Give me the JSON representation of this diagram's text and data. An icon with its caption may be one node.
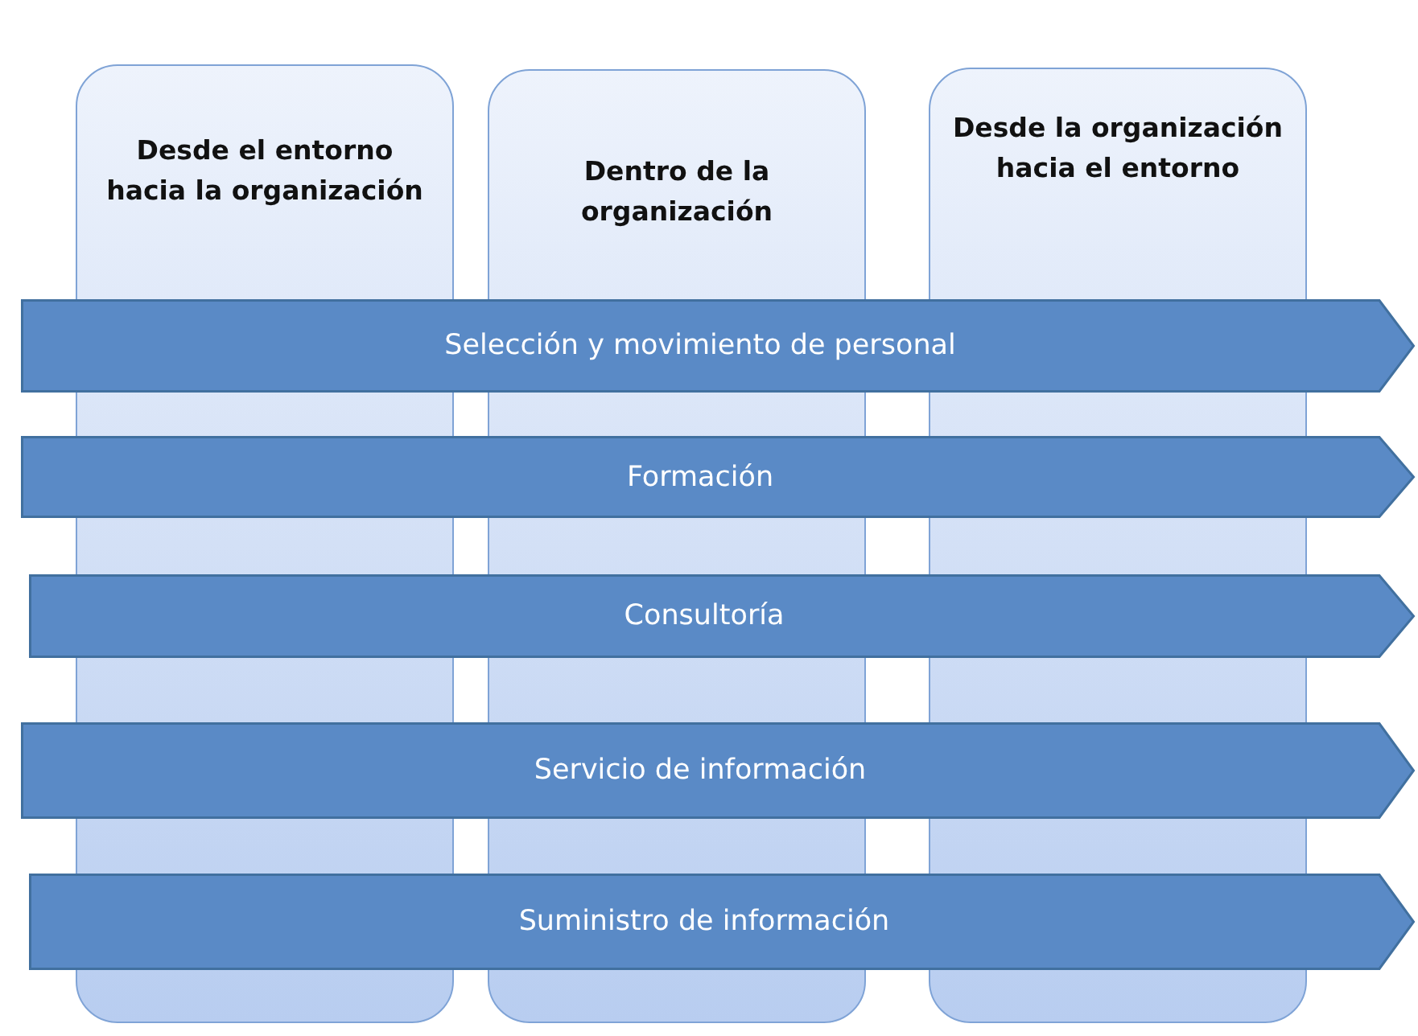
{
  "diagram": {
    "nodes": [
      {
        "text": [
          "Desde el entorno hacia la organización"
        ]
      },
      {
        "text": [
          "Dentro de la organización"
        ]
      },
      {
        "text": [
          "Desde la organización hacia el entorno"
        ]
      },
      {
        "text": [
          "Selección y movimiento de personal"
        ]
      },
      {
        "text": [
          "Formación"
        ]
      },
      {
        "text": [
          "Consultoría"
        ]
      },
      {
        "text": [
          "Servicio de información"
        ]
      },
      {
        "text": [
          "Suministro de información"
        ]
      }
    ]
  }
}
